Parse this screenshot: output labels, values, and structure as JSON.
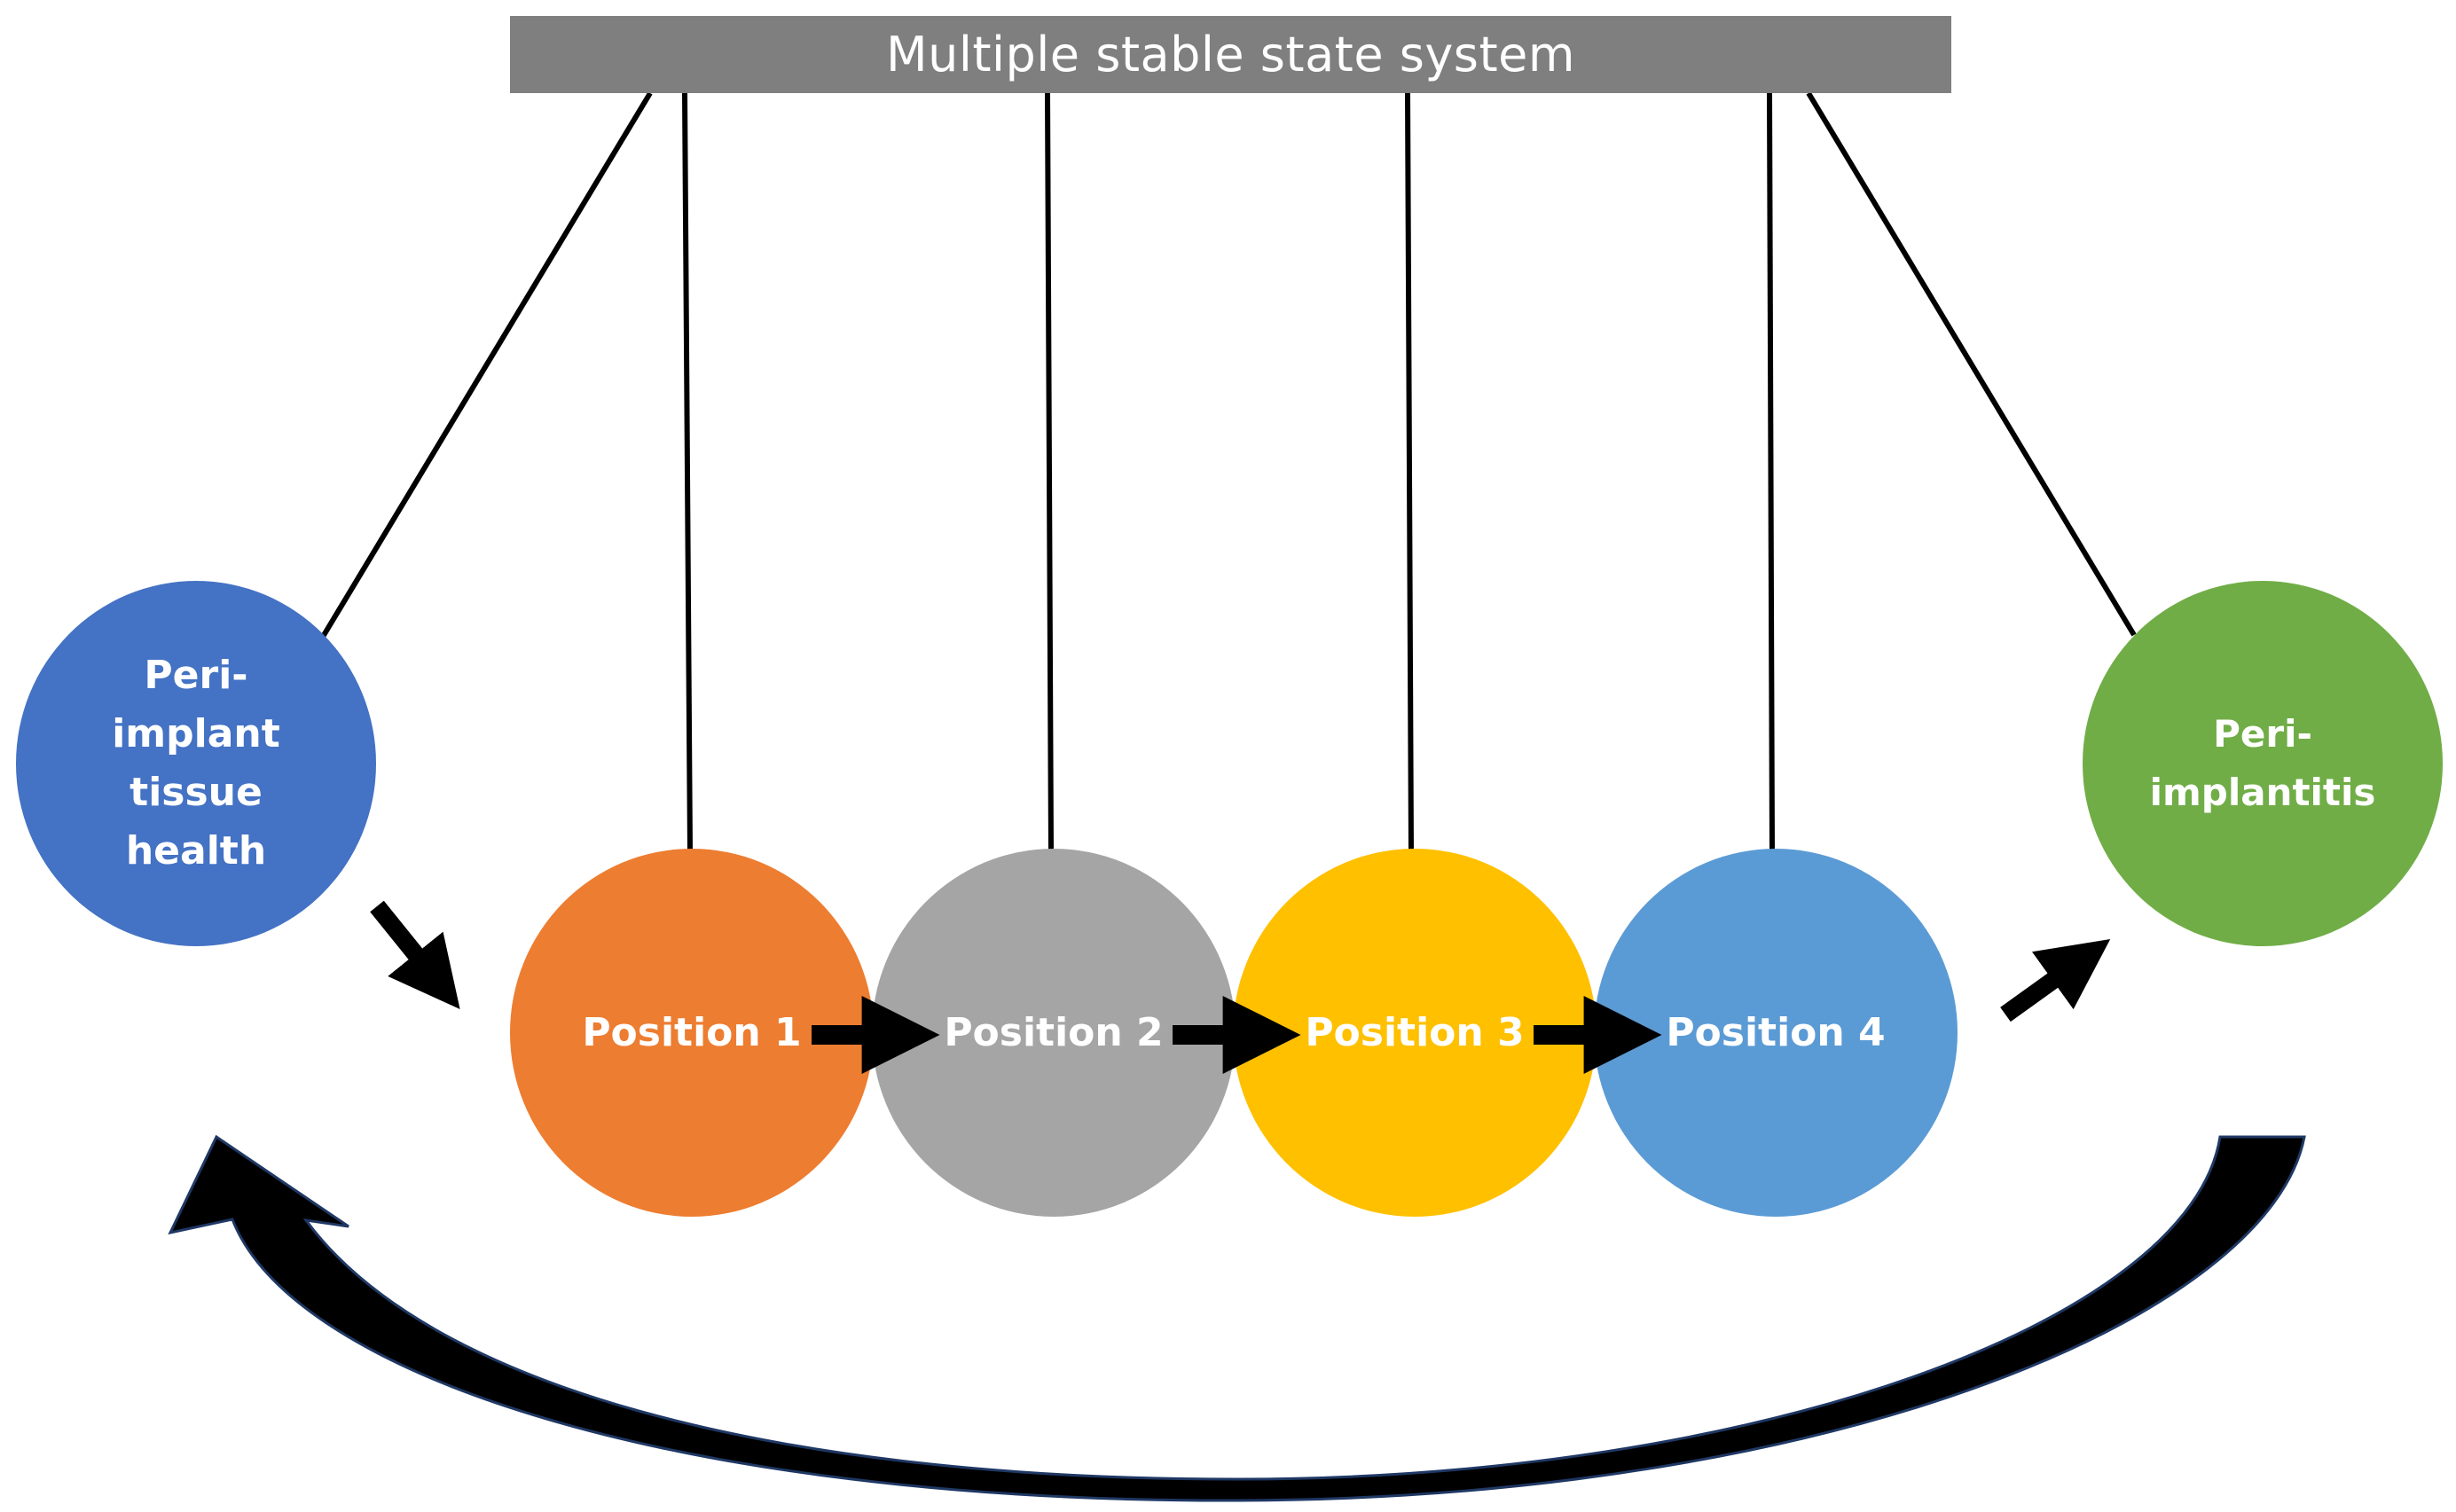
{
  "title": "Multiple stable state system",
  "colors": {
    "title_bar": "#7f7f7f",
    "start_state": "#4472c4",
    "position_1": "#ed7d31",
    "position_2": "#a5a5a5",
    "position_3": "#ffc000",
    "position_4": "#5b9bd5",
    "end_state": "#70ad47",
    "lines": "#000000",
    "text": "#ffffff"
  },
  "states": {
    "start": {
      "lines": [
        "Peri-",
        "implant",
        "tissue",
        "health"
      ]
    },
    "positions": [
      {
        "label": "Position 1"
      },
      {
        "label": "Position 2"
      },
      {
        "label": "Position 3"
      },
      {
        "label": "Position 4"
      }
    ],
    "end": {
      "lines": [
        "Peri-",
        "implantitis"
      ]
    }
  },
  "arrows": [
    {
      "from": "start",
      "to": "Position 1"
    },
    {
      "from": "Position 1",
      "to": "Position 2"
    },
    {
      "from": "Position 2",
      "to": "Position 3"
    },
    {
      "from": "Position 3",
      "to": "Position 4"
    },
    {
      "from": "Position 4",
      "to": "end"
    },
    {
      "from": "end",
      "to": "start",
      "style": "large-curved-return"
    }
  ]
}
